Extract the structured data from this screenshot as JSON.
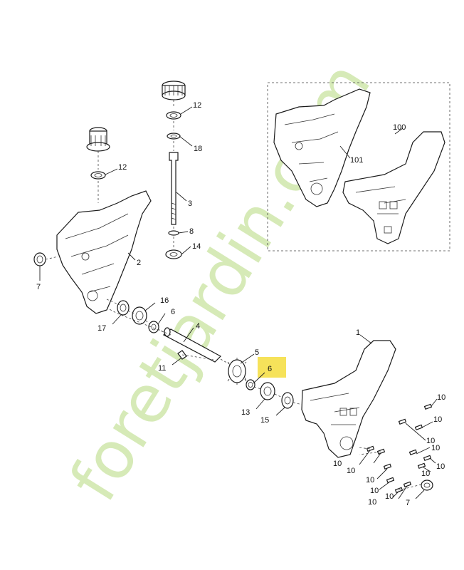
{
  "watermark": "foretjardin.com",
  "highlight_color": "#f6e25a",
  "labels": {
    "p12a": "12",
    "p18": "18",
    "p12b": "12",
    "p3": "3",
    "p8": "8",
    "p14": "14",
    "p2": "2",
    "p7a": "7",
    "p16": "16",
    "p6a": "6",
    "p17": "17",
    "p4": "4",
    "p11": "11",
    "p5": "5",
    "p6b": "6",
    "p13": "13",
    "p15": "15",
    "p100": "100",
    "p101": "101",
    "p1": "1",
    "p7b": "7",
    "p10": [
      "10",
      "10",
      "10",
      "10",
      "10",
      "10",
      "10",
      "10",
      "10",
      "10",
      "10",
      "10"
    ]
  }
}
